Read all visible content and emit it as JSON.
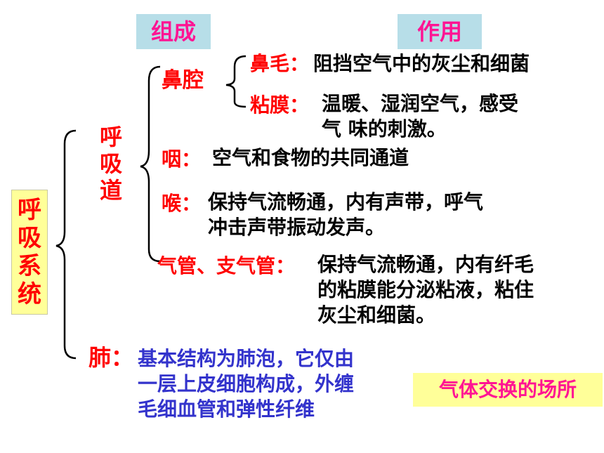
{
  "headers": {
    "composition": "组成",
    "function": "作用"
  },
  "system": "呼吸系统",
  "tract": "呼吸道",
  "nose": {
    "label": "鼻腔",
    "hair": {
      "label": "鼻毛：",
      "desc": "阻挡空气中的灰尘和细菌"
    },
    "mucosa": {
      "label": "粘膜：",
      "desc_line1": "温暖、湿润空气，感受",
      "desc_line2": "气 味的刺激。"
    }
  },
  "pharynx": {
    "label": "咽：",
    "desc": "空气和食物的共同通道"
  },
  "larynx": {
    "label": "喉：",
    "desc_line1": "保持气流畅通，内有声带，呼气",
    "desc_line2": "冲击声带振动发声。"
  },
  "trachea": {
    "label": "气管、支气管：",
    "desc_line1": "保持气流畅通，内有纤毛",
    "desc_line2": "的粘膜能分泌粘液，粘住",
    "desc_line3": "灰尘和细菌。"
  },
  "lung": {
    "label": "肺：",
    "desc_line1": "基本结构为肺泡，它仅由",
    "desc_line2": "一层上皮细胞构成，外缠",
    "desc_line3": "毛细血管和弹性纤维",
    "note": "气体交换的场所"
  }
}
